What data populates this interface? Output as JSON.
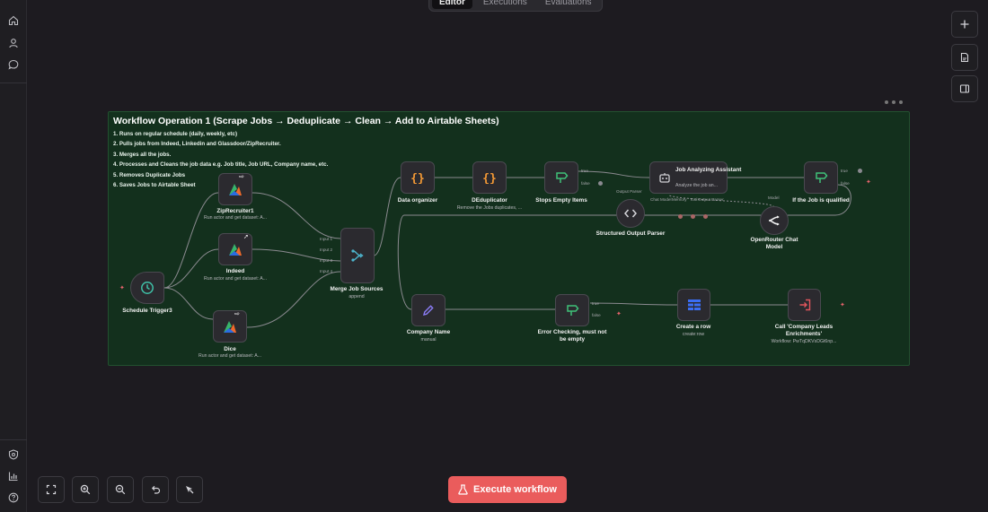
{
  "tabs": [
    {
      "label": "Editor",
      "active": true
    },
    {
      "label": "Executions",
      "active": false
    },
    {
      "label": "Evaluations",
      "active": false
    }
  ],
  "sidebar": {
    "icons": [
      "home-icon",
      "user-icon",
      "chat-icon",
      "shield-icon",
      "bar-chart-icon",
      "help-icon"
    ]
  },
  "right_panel": {
    "icons": [
      "plus-icon",
      "document-icon",
      "panel-icon"
    ]
  },
  "sticky": {
    "title": "Workflow Operation 1 (Scrape Jobs → Deduplicate → Clean → Add to Airtable Sheets)",
    "lines": [
      "1. Runs on regular schedule (daily, weekly, etc)",
      "2. Pulls jobs from Indeed, Linkedin and Glassdoor/ZipRecruiter.",
      "3. Merges all the jobs.",
      "4. Processes and Cleans the job data e.g. Job title, Job URL, Company name, etc.",
      "5. Removes Duplicate Jobs",
      "6. Saves Jobs to Airtable Sheet"
    ]
  },
  "nodes": {
    "schedule": {
      "label": "Schedule Trigger3"
    },
    "ziprecruiter": {
      "label": "ZipRecruiter1",
      "sub": "Run actor and get dataset: A..."
    },
    "indeed": {
      "label": "Indeed",
      "sub": "Run actor and get dataset: A..."
    },
    "dice": {
      "label": "Dice",
      "sub": "Run actor and get dataset: A..."
    },
    "merge": {
      "label": "Merge Job Sources",
      "sub": "append",
      "inputs": [
        "Input 1",
        "Input 2",
        "Input 3",
        "Input 4"
      ]
    },
    "organizer": {
      "label": "Data organizer"
    },
    "dedup": {
      "label": "DEduplicator",
      "sub": "Remove the Jobs duplicates, ..."
    },
    "stops": {
      "label": "Stops Empty Items",
      "true_label": "true",
      "false_label": "false"
    },
    "assistant": {
      "label": "Job Analyzing Assistant",
      "sub": "Analyze the job an...",
      "ports": [
        "Chat Model",
        "Memory",
        "Tool",
        "Output Parser"
      ]
    },
    "qualified": {
      "label": "If the Job is qualified",
      "true_label": "true",
      "false_label": "false"
    },
    "parser": {
      "label": "Structured Output Parser",
      "port": "Output Parser"
    },
    "openrouter": {
      "label": "OpenRouter Chat Model",
      "port": "Model"
    },
    "company": {
      "label": "Company Name",
      "sub": "manual"
    },
    "errorcheck": {
      "label": "Error Checking, must not be empty",
      "true_label": "true",
      "false_label": "false"
    },
    "createrow": {
      "label": "Create a row",
      "sub": "create:row"
    },
    "call": {
      "label": "Call 'Company Leads Enrichments'",
      "sub": "Workflow: PwTqDKVsDGt6np..."
    }
  },
  "bottom": {
    "controls": [
      "fit-view-icon",
      "zoom-in-icon",
      "zoom-out-icon",
      "undo-icon",
      "tidy-up-icon"
    ],
    "execute_label": "Execute workflow"
  },
  "colors": {
    "accent": "#ea5c5c",
    "sticky_bg": "#13301d",
    "canvas_bg": "#1d1b20",
    "node_bg": "#2b2a2f",
    "curly_orange": "#f59a35",
    "if_green": "#3fc179",
    "set_purple": "#8b7cf6",
    "airtable_blue": "#3b6ef5",
    "workflow_red": "#e2555c"
  }
}
